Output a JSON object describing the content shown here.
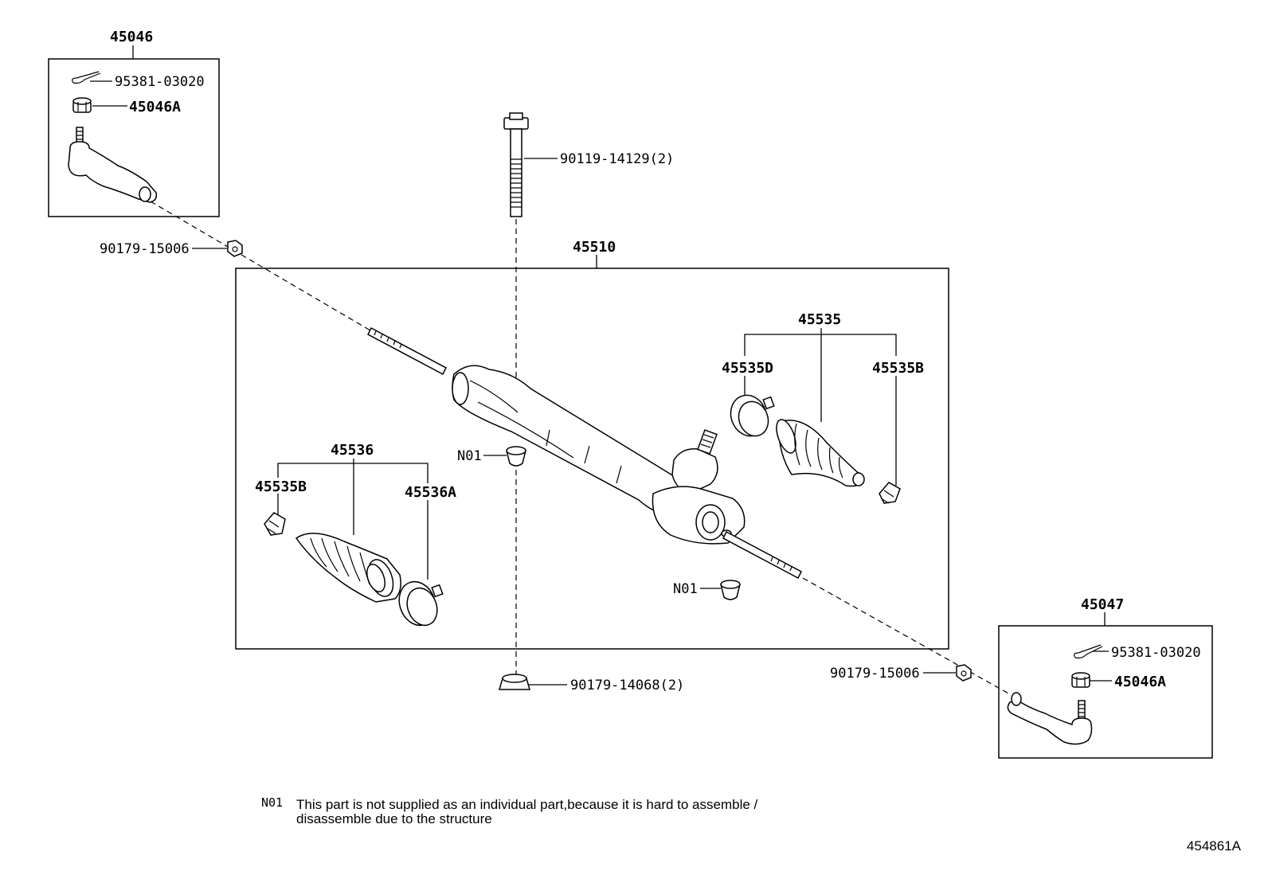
{
  "labels": {
    "tie_rod_end_lh": "45046",
    "cotter_pin_top": "95381-03020",
    "nut_top": "45046A",
    "bolt": "90119-14129(2)",
    "nut_left": "90179-15006",
    "gear_assembly": "45510",
    "boot_set_rh": "45535",
    "clamp_45535D": "45535D",
    "clip_45535B_right": "45535B",
    "n01_upper": "N01",
    "boot_set_lh": "45536",
    "clip_45535B_left": "45535B",
    "clamp_45536A": "45536A",
    "n01_lower": "N01",
    "tie_rod_end_rh": "45047",
    "cotter_pin_bottom": "95381-03020",
    "nut_bottom": "45046A",
    "nut_right": "90179-15006",
    "bottom_nut": "90179-14068(2)"
  },
  "footnote": {
    "code": "N01",
    "line1": "This part is not supplied as an individual part,because it is hard to assemble /",
    "line2": "disassemble due to the structure"
  },
  "figure_id": "454861A"
}
